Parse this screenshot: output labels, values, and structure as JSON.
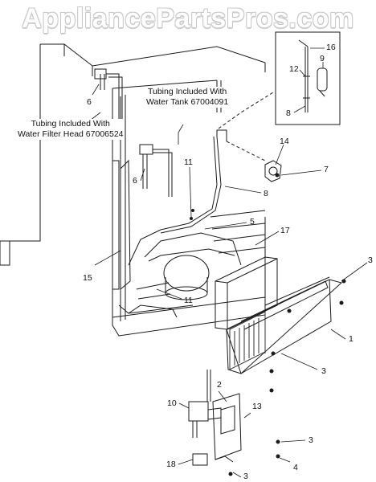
{
  "watermark": "AppliancePartsPros.com",
  "notes": {
    "water_filter_line1": "Tubing Included With",
    "water_filter_line2": "Water Filter Head 67006524",
    "water_tank_line1": "Tubing Included With",
    "water_tank_line2": "Water Tank 67004091"
  },
  "callouts": {
    "c16": "16",
    "c12": "12",
    "c9": "9",
    "c8_inset": "8",
    "c6_top": "6",
    "c14": "14",
    "c7": "7",
    "c8_main": "8",
    "c6_mid": "6",
    "c11_top": "11",
    "c5": "5",
    "c17": "17",
    "c3_right": "3",
    "c15": "15",
    "c11_bot": "11",
    "c1": "1",
    "c3_mid": "3",
    "c2": "2",
    "c10": "10",
    "c13": "13",
    "c3_low": "3",
    "c4": "4",
    "c18": "18",
    "c3_bot": "3"
  },
  "colors": {
    "line": "#1a1a1a",
    "shade": "#555555",
    "grille": "#333333"
  }
}
